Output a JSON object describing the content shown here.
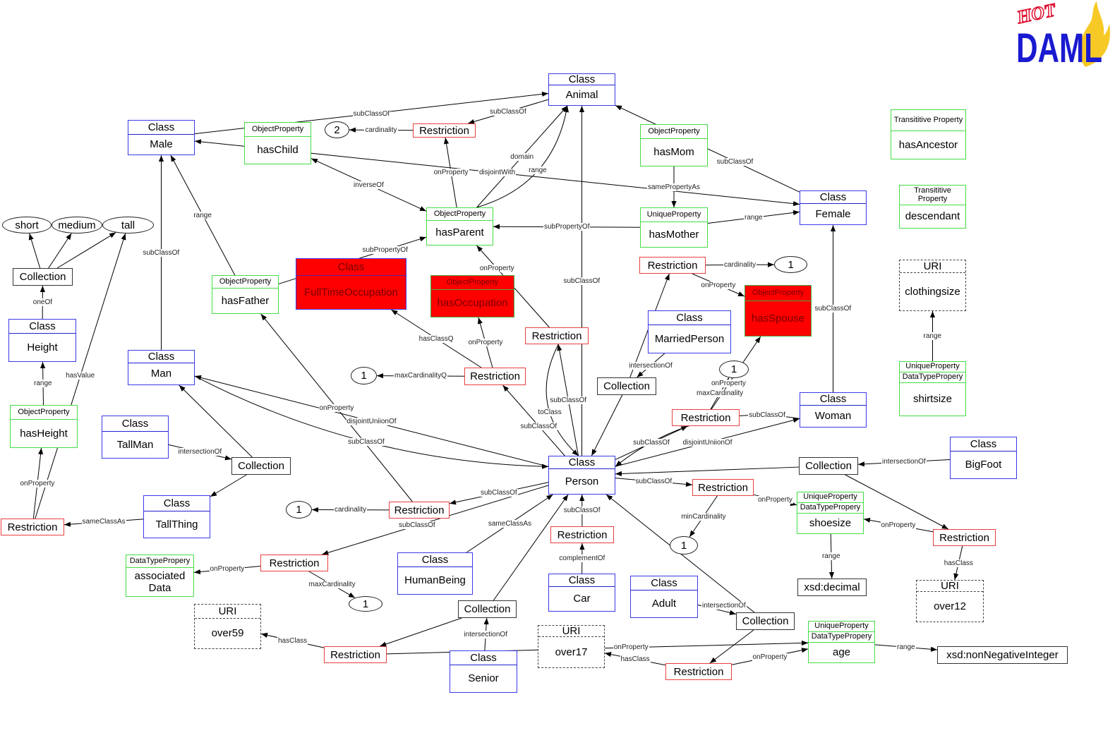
{
  "logo": {
    "text": "HOT DAML",
    "colors": {
      "hot": "#e01030",
      "daml": "#1a1ad0",
      "flame": "#f5c000"
    }
  },
  "colors": {
    "class_border": "#3a3ae8",
    "property_border": "#44dd44",
    "restriction_border": "#e84040",
    "highlight_fill": "#ff0000"
  },
  "nodes": [
    {
      "id": "animal",
      "kind": "class",
      "header": [
        "Class"
      ],
      "label": "Animal"
    },
    {
      "id": "male",
      "kind": "class",
      "header": [
        "Class"
      ],
      "label": "Male"
    },
    {
      "id": "female",
      "kind": "class",
      "header": [
        "Class"
      ],
      "label": "Female"
    },
    {
      "id": "person",
      "kind": "class",
      "header": [
        "Class"
      ],
      "label": "Person"
    },
    {
      "id": "man",
      "kind": "class",
      "header": [
        "Class"
      ],
      "label": "Man"
    },
    {
      "id": "woman",
      "kind": "class",
      "header": [
        "Class"
      ],
      "label": "Woman"
    },
    {
      "id": "height",
      "kind": "class",
      "header": [
        "Class"
      ],
      "label": "Height"
    },
    {
      "id": "tallman",
      "kind": "class",
      "header": [
        "Class"
      ],
      "label": "TallMan"
    },
    {
      "id": "tallthing",
      "kind": "class",
      "header": [
        "Class"
      ],
      "label": "TallThing"
    },
    {
      "id": "humanbeing",
      "kind": "class",
      "header": [
        "Class"
      ],
      "label": "HumanBeing"
    },
    {
      "id": "car",
      "kind": "class",
      "header": [
        "Class"
      ],
      "label": "Car"
    },
    {
      "id": "adult",
      "kind": "class",
      "header": [
        "Class"
      ],
      "label": "Adult"
    },
    {
      "id": "senior",
      "kind": "class",
      "header": [
        "Class"
      ],
      "label": "Senior"
    },
    {
      "id": "marriedperson",
      "kind": "class",
      "header": [
        "Class"
      ],
      "label": "MarriedPerson"
    },
    {
      "id": "bigfoot",
      "kind": "class",
      "header": [
        "Class"
      ],
      "label": "BigFoot"
    },
    {
      "id": "fulltime",
      "kind": "class-red",
      "header": [
        "Class"
      ],
      "label": "FullTimeOccupation"
    },
    {
      "id": "haschild",
      "kind": "prop",
      "header": [
        "ObjectProperty"
      ],
      "label": "hasChild"
    },
    {
      "id": "hasparent",
      "kind": "prop",
      "header": [
        "ObjectProperty"
      ],
      "label": "hasParent"
    },
    {
      "id": "hasfather",
      "kind": "prop",
      "header": [
        "ObjectProperty"
      ],
      "label": "hasFather"
    },
    {
      "id": "hasmom",
      "kind": "prop",
      "header": [
        "ObjectProperty"
      ],
      "label": "hasMom"
    },
    {
      "id": "hasmother",
      "kind": "prop",
      "header": [
        "UniqueProperty"
      ],
      "label": "hasMother"
    },
    {
      "id": "hasheight",
      "kind": "prop",
      "header": [
        "ObjectProperty"
      ],
      "label": "hasHeight"
    },
    {
      "id": "hasoccupation",
      "kind": "prop-red",
      "header": [
        "ObjectProperty"
      ],
      "label": "hasOccupation"
    },
    {
      "id": "hasspouse",
      "kind": "prop-red",
      "header": [
        "ObjectProperty"
      ],
      "label": "hasSpouse"
    },
    {
      "id": "hasancestor",
      "kind": "prop",
      "header": [
        "Transititive Property"
      ],
      "label": "hasAncestor"
    },
    {
      "id": "descendant",
      "kind": "prop",
      "header": [
        "Transititive Property"
      ],
      "label": "descendant"
    },
    {
      "id": "shirtsize",
      "kind": "prop",
      "header": [
        "UniqueProperty",
        "DataTypePropery"
      ],
      "label": "shirtsize"
    },
    {
      "id": "shoesize",
      "kind": "prop",
      "header": [
        "UniqueProperty",
        "DataTypePropery"
      ],
      "label": "shoesize"
    },
    {
      "id": "age",
      "kind": "prop",
      "header": [
        "UniqueProperty",
        "DataTypePropery"
      ],
      "label": "age"
    },
    {
      "id": "assocdata",
      "kind": "prop",
      "header": [
        "DataTypePropery"
      ],
      "label": "associated Data"
    },
    {
      "id": "clothingsize",
      "kind": "uri",
      "header": [
        "URI"
      ],
      "label": "clothingsize"
    },
    {
      "id": "over12",
      "kind": "uri",
      "header": [
        "URI"
      ],
      "label": "over12"
    },
    {
      "id": "over17",
      "kind": "uri",
      "header": [
        "URI"
      ],
      "label": "over17"
    },
    {
      "id": "over59",
      "kind": "uri",
      "header": [
        "URI"
      ],
      "label": "over59"
    },
    {
      "id": "r1",
      "kind": "restriction",
      "label": "Restriction"
    },
    {
      "id": "r2",
      "kind": "restriction",
      "label": "Restriction"
    },
    {
      "id": "r3",
      "kind": "restriction",
      "label": "Restriction"
    },
    {
      "id": "r4",
      "kind": "restriction",
      "label": "Restriction"
    },
    {
      "id": "r5",
      "kind": "restriction",
      "label": "Restriction"
    },
    {
      "id": "r6",
      "kind": "restriction",
      "label": "Restriction"
    },
    {
      "id": "r7",
      "kind": "restriction",
      "label": "Restriction"
    },
    {
      "id": "r8",
      "kind": "restriction",
      "label": "Restriction"
    },
    {
      "id": "r9",
      "kind": "restriction",
      "label": "Restriction"
    },
    {
      "id": "r10",
      "kind": "restriction",
      "label": "Restriction"
    },
    {
      "id": "r11",
      "kind": "restriction",
      "label": "Restriction"
    },
    {
      "id": "r12",
      "kind": "restriction",
      "label": "Restriction"
    },
    {
      "id": "r13",
      "kind": "restriction",
      "label": "Restriction"
    },
    {
      "id": "c1",
      "kind": "collection",
      "label": "Collection"
    },
    {
      "id": "c2",
      "kind": "collection",
      "label": "Collection"
    },
    {
      "id": "c3",
      "kind": "collection",
      "label": "Collection"
    },
    {
      "id": "c4",
      "kind": "collection",
      "label": "Collection"
    },
    {
      "id": "c5",
      "kind": "collection",
      "label": "Collection"
    },
    {
      "id": "c6",
      "kind": "collection",
      "label": "Collection"
    },
    {
      "id": "short",
      "kind": "literal",
      "label": "short"
    },
    {
      "id": "medium",
      "kind": "literal",
      "label": "medium"
    },
    {
      "id": "tall",
      "kind": "literal",
      "label": "tall"
    },
    {
      "id": "n2",
      "kind": "literal",
      "label": "2"
    },
    {
      "id": "n1a",
      "kind": "literal",
      "label": "1"
    },
    {
      "id": "n1b",
      "kind": "literal",
      "label": "1"
    },
    {
      "id": "n1c",
      "kind": "literal",
      "label": "1"
    },
    {
      "id": "n1d",
      "kind": "literal",
      "label": "1"
    },
    {
      "id": "n1e",
      "kind": "literal",
      "label": "1"
    },
    {
      "id": "n1f",
      "kind": "literal",
      "label": "1"
    },
    {
      "id": "xsddecimal",
      "kind": "datatype",
      "label": "xsd:decimal"
    },
    {
      "id": "xsdnni",
      "kind": "datatype",
      "label": "xsd:nonNegativeInteger"
    }
  ],
  "edges": [
    {
      "from": "male",
      "to": "animal",
      "label": "subClassOf"
    },
    {
      "from": "animal",
      "to": "r1",
      "label": "subClassOf"
    },
    {
      "from": "r1",
      "to": "n2",
      "label": "cardinality"
    },
    {
      "from": "hasparent",
      "to": "r1",
      "label": "onProperty"
    },
    {
      "from": "hasparent",
      "to": "animal",
      "label": "domain"
    },
    {
      "from": "hasparent",
      "to": "animal",
      "label": "range"
    },
    {
      "from": "male",
      "to": "female",
      "label": "disjointWith",
      "both": true
    },
    {
      "from": "haschild",
      "to": "hasparent",
      "label": "inverseOf",
      "both": true
    },
    {
      "from": "hasfather",
      "to": "hasparent",
      "label": "subPropertyOf"
    },
    {
      "from": "hasfather",
      "to": "male",
      "label": "range"
    },
    {
      "from": "hasmother",
      "to": "hasparent",
      "label": "subPropertyOf"
    },
    {
      "from": "hasmother",
      "to": "female",
      "label": "range"
    },
    {
      "from": "hasmom",
      "to": "hasmother",
      "label": "samePropertyAs"
    },
    {
      "from": "female",
      "to": "animal",
      "label": "subClassOf"
    },
    {
      "from": "man",
      "to": "male",
      "label": "subClassOf"
    },
    {
      "from": "person",
      "to": "animal",
      "label": "subClassOf"
    },
    {
      "from": "r2",
      "to": "hasparent",
      "label": "onProperty"
    },
    {
      "from": "person",
      "to": "r2",
      "label": "subClassOf"
    },
    {
      "from": "r2",
      "to": "person",
      "label": "toClass"
    },
    {
      "from": "r3",
      "to": "fulltime",
      "label": "hasClassQ"
    },
    {
      "from": "r3",
      "to": "hasoccupation",
      "label": "onProperty"
    },
    {
      "from": "r3",
      "to": "n1c",
      "label": "maxCardinalityQ"
    },
    {
      "from": "person",
      "to": "r3",
      "label": "subClassOf"
    },
    {
      "from": "c3",
      "to": "r4",
      "label": ""
    },
    {
      "from": "r4",
      "to": "n1a",
      "label": "cardinality"
    },
    {
      "from": "r4",
      "to": "hasspouse",
      "label": "onProperty"
    },
    {
      "from": "marriedperson",
      "to": "c3",
      "label": "intersectionOf"
    },
    {
      "from": "c3",
      "to": "person",
      "label": ""
    },
    {
      "from": "r5",
      "to": "n1b",
      "label": "maxCardinality"
    },
    {
      "from": "r5",
      "to": "hasspouse",
      "label": "onProperty"
    },
    {
      "from": "person",
      "to": "r5",
      "label": "subClassOf"
    },
    {
      "from": "woman",
      "to": "female",
      "label": "subClassOf"
    },
    {
      "from": "person",
      "to": "woman",
      "label": "disjointUniionOf"
    },
    {
      "from": "person",
      "to": "man",
      "label": "disjointUniionOf"
    },
    {
      "from": "woman",
      "to": "person",
      "label": "subClassOf"
    },
    {
      "from": "man",
      "to": "person",
      "label": "subClassOf"
    },
    {
      "from": "c2",
      "to": "man",
      "label": ""
    },
    {
      "from": "tallman",
      "to": "c2",
      "label": "intersectionOf"
    },
    {
      "from": "c2",
      "to": "tallthing",
      "label": ""
    },
    {
      "from": "tallthing",
      "to": "r7",
      "label": "sameClassAs"
    },
    {
      "from": "r7",
      "to": "hasheight",
      "label": "onProperty"
    },
    {
      "from": "r7",
      "to": "tall",
      "label": "hasValue"
    },
    {
      "from": "hasheight",
      "to": "height",
      "label": "range"
    },
    {
      "from": "height",
      "to": "c1",
      "label": "oneOf"
    },
    {
      "from": "c1",
      "to": "short",
      "label": ""
    },
    {
      "from": "c1",
      "to": "medium",
      "label": ""
    },
    {
      "from": "c1",
      "to": "tall",
      "label": ""
    },
    {
      "from": "r6",
      "to": "hasfather",
      "label": "onProperty"
    },
    {
      "from": "person",
      "to": "r6",
      "label": "subClassOf"
    },
    {
      "from": "r6",
      "to": "n1d",
      "label": "cardinality"
    },
    {
      "from": "person",
      "to": "r8",
      "label": "subClassOf"
    },
    {
      "from": "r8",
      "to": "assocdata",
      "label": "onProperty"
    },
    {
      "from": "r8",
      "to": "n1f",
      "label": "maxCardinality"
    },
    {
      "from": "humanbeing",
      "to": "person",
      "label": "sameClassAs"
    },
    {
      "from": "c5",
      "to": "person",
      "label": ""
    },
    {
      "from": "c5",
      "to": "r12",
      "label": ""
    },
    {
      "from": "senior",
      "to": "c5",
      "label": "intersectionOf"
    },
    {
      "from": "r12",
      "to": "over59",
      "label": "hasClass"
    },
    {
      "from": "r12",
      "to": "age",
      "label": "onProperty"
    },
    {
      "from": "r9",
      "to": "person",
      "label": "subClassOf"
    },
    {
      "from": "car",
      "to": "r9",
      "label": "complementOf"
    },
    {
      "from": "person",
      "to": "r10",
      "label": "subClassOf"
    },
    {
      "from": "r10",
      "to": "n1e",
      "label": "minCardinality"
    },
    {
      "from": "r10",
      "to": "shoesize",
      "label": "onProperty"
    },
    {
      "from": "c4",
      "to": "person",
      "label": ""
    },
    {
      "from": "bigfoot",
      "to": "c4",
      "label": "intersectionOf"
    },
    {
      "from": "c4",
      "to": "r11",
      "label": ""
    },
    {
      "from": "r11",
      "to": "shoesize",
      "label": "onProperty"
    },
    {
      "from": "r11",
      "to": "over12",
      "label": "hasClass"
    },
    {
      "from": "shoesize",
      "to": "xsddecimal",
      "label": "range"
    },
    {
      "from": "shirtsize",
      "to": "clothingsize",
      "label": "range"
    },
    {
      "from": "c6",
      "to": "person",
      "label": ""
    },
    {
      "from": "adult",
      "to": "c6",
      "label": "intersectionOf"
    },
    {
      "from": "c6",
      "to": "r13",
      "label": ""
    },
    {
      "from": "r13",
      "to": "age",
      "label": "onProperty"
    },
    {
      "from": "r13",
      "to": "over17",
      "label": "hasClass"
    },
    {
      "from": "age",
      "to": "xsdnni",
      "label": "range"
    }
  ]
}
